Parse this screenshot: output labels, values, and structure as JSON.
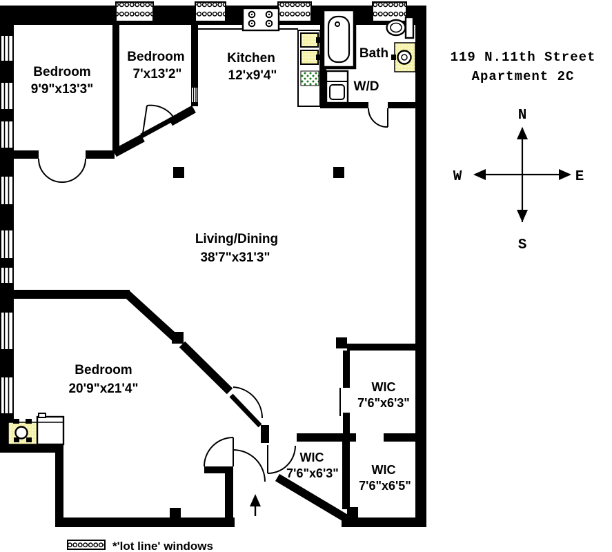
{
  "title": {
    "line1": "119 N.11th Street",
    "line2": "Apartment  2C"
  },
  "rooms": {
    "bedroom1": {
      "name": "Bedroom",
      "dims": "9'9\"x13'3\""
    },
    "bedroom2": {
      "name": "Bedroom",
      "dims": "7'x13'2\""
    },
    "kitchen": {
      "name": "Kitchen",
      "dims": "12'x9'4\""
    },
    "bath": {
      "name": "Bath"
    },
    "wd": {
      "name": "W/D"
    },
    "living": {
      "name": "Living/Dining",
      "dims": "38'7\"x31'3\""
    },
    "bedroom3": {
      "name": "Bedroom",
      "dims": "20'9\"x21'4\""
    },
    "wic1": {
      "name": "WIC",
      "dims": "7'6\"x6'3\""
    },
    "wic2": {
      "name": "WIC",
      "dims": "7'6\"x6'3\""
    },
    "wic3": {
      "name": "WIC",
      "dims": "7'6\"x6'5\""
    }
  },
  "compass": {
    "north": "N",
    "south": "S",
    "east": "E",
    "west": "W"
  },
  "legend": {
    "text": "*'lot line' windows"
  },
  "colors": {
    "wall": "#000000",
    "background": "#ffffff",
    "tile_yellow": "#f5f2a8",
    "appliance_green": "#1b7a1b"
  }
}
